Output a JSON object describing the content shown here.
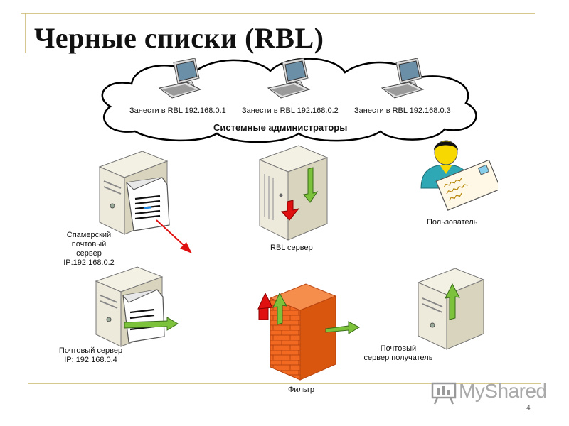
{
  "slide": {
    "title": "Черные списки (RBL)",
    "page_number": "4",
    "watermark": "MyShared"
  },
  "cloud": {
    "group_label": "Системные администраторы",
    "admins": [
      {
        "label": "Занести в RBL 192.168.0.1"
      },
      {
        "label": "Занести в RBL 192.168.0.2"
      },
      {
        "label": "Занести в RBL 192.168.0.3"
      }
    ]
  },
  "nodes": {
    "spam_server": {
      "lines": [
        "Спамерский",
        "почтовый",
        "сервер",
        "IP:192.168.0.2"
      ]
    },
    "rbl_server": {
      "label": "RBL сервер"
    },
    "user": {
      "label": "Пользователь"
    },
    "mail_server": {
      "lines": [
        "Почтовый сервер",
        "IP: 192.168.0.4"
      ]
    },
    "filter": {
      "label": "Фильтр"
    },
    "receiver": {
      "lines": [
        "Почтовый",
        "сервер получатель"
      ]
    }
  },
  "colors": {
    "server_body": "#e9e5d6",
    "server_front": "#c7c1a8",
    "arrow_green": "#7cc23a",
    "arrow_red": "#e01010",
    "wall": "#f26a22",
    "rule_line": "#c8b56a",
    "user_shirt": "#2ea8b4"
  }
}
